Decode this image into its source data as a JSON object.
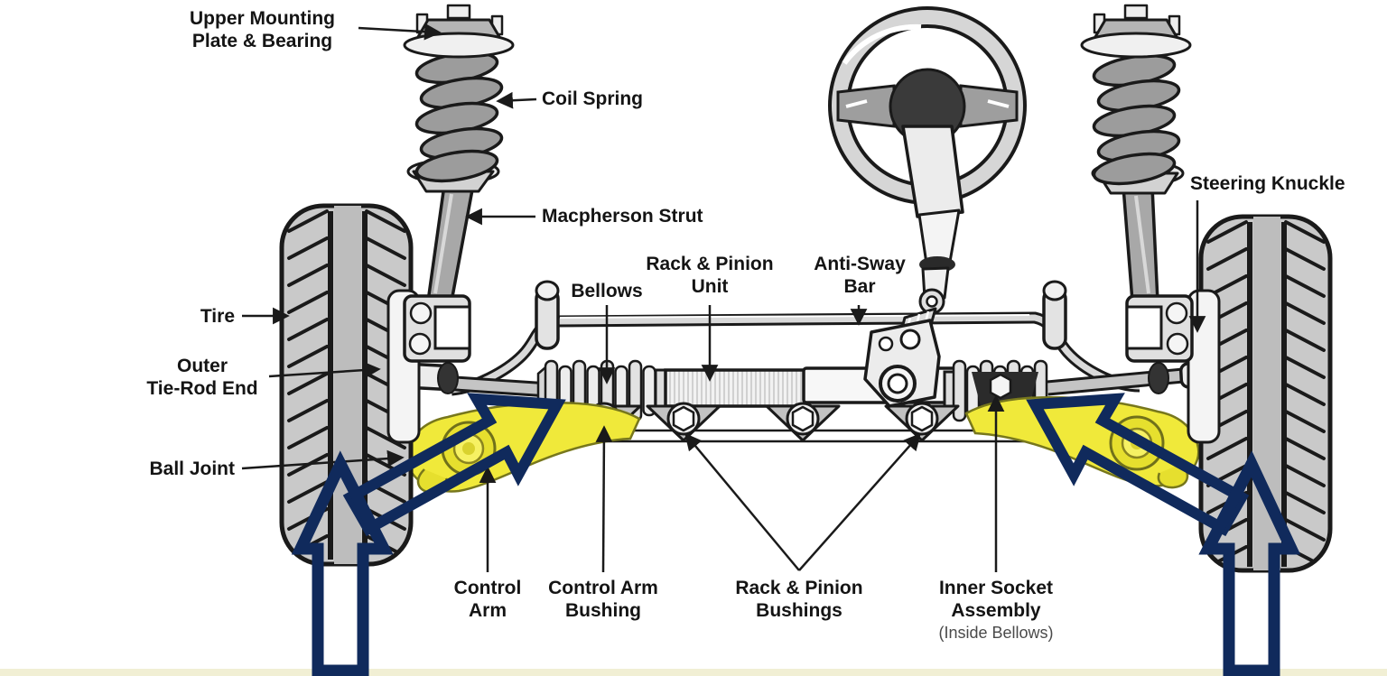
{
  "colors": {
    "line": "#1a1a1a",
    "annotation_arrow": "#102a5c",
    "highlight_yellow": "#f0e93a",
    "bottom_strip": "#f1efd4",
    "tire_gray": "#c9c9c9",
    "metal_light": "#ececec",
    "metal_mid": "#a8a8a8"
  },
  "labels": {
    "upper_mounting_plate": "Upper Mounting\nPlate & Bearing",
    "coil_spring": "Coil Spring",
    "macpherson_strut": "Macpherson Strut",
    "bellows": "Bellows",
    "rack_pinion_unit": "Rack & Pinion\nUnit",
    "anti_sway_bar": "Anti-Sway\nBar",
    "steering_knuckle": "Steering Knuckle",
    "tire": "Tire",
    "outer_tie_rod_end": "Outer\nTie-Rod End",
    "ball_joint": "Ball Joint",
    "control_arm": "Control\nArm",
    "control_arm_bushing": "Control Arm\nBushing",
    "rack_pinion_bushings": "Rack & Pinion\nBushings",
    "inner_socket_assembly": "Inner Socket\nAssembly",
    "inner_socket_note": "(Inside Bellows)"
  }
}
